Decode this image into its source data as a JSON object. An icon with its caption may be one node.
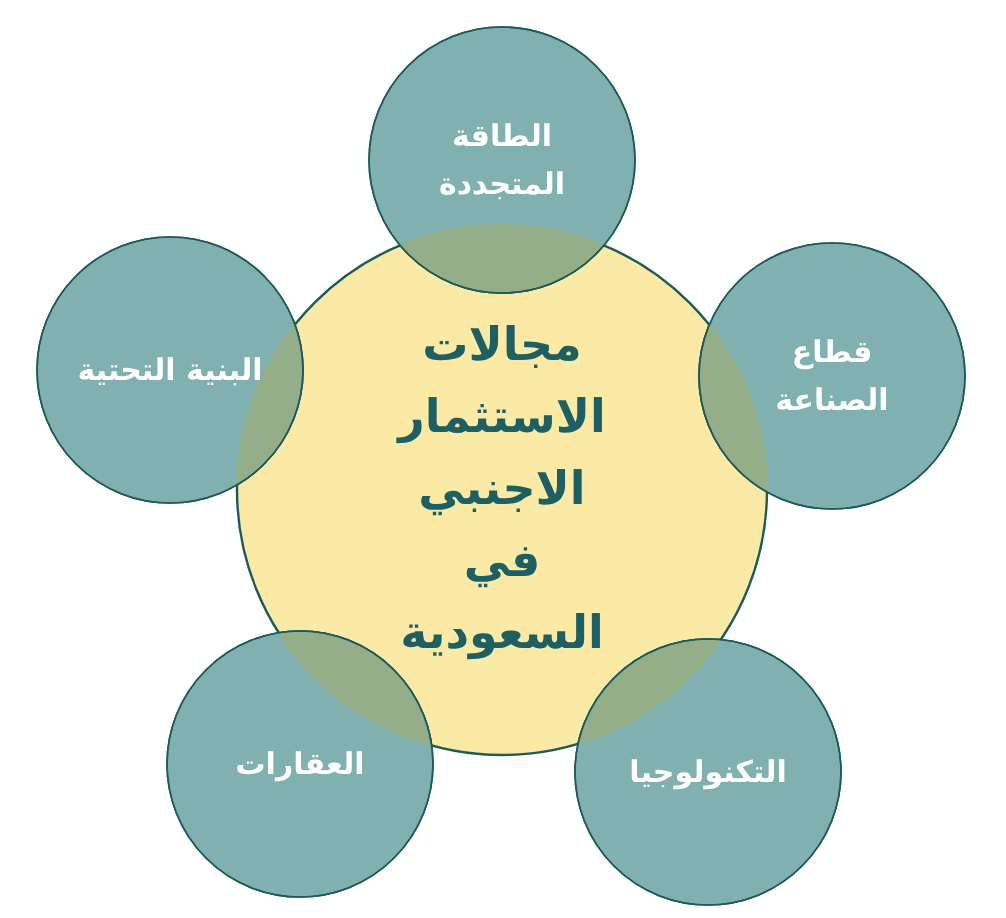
{
  "diagram": {
    "nodes": [
      {
        "text": [
          "مجالات الاستثمار الاجنبي في السعودية"
        ]
      },
      {
        "text": [
          "الطاقة المتجددة"
        ]
      },
      {
        "text": [
          "قطاع الصناعة"
        ]
      },
      {
        "text": [
          "التكنولوجيا"
        ]
      },
      {
        "text": [
          "العقارات"
        ]
      },
      {
        "text": [
          "البنية التحتية"
        ]
      }
    ]
  }
}
